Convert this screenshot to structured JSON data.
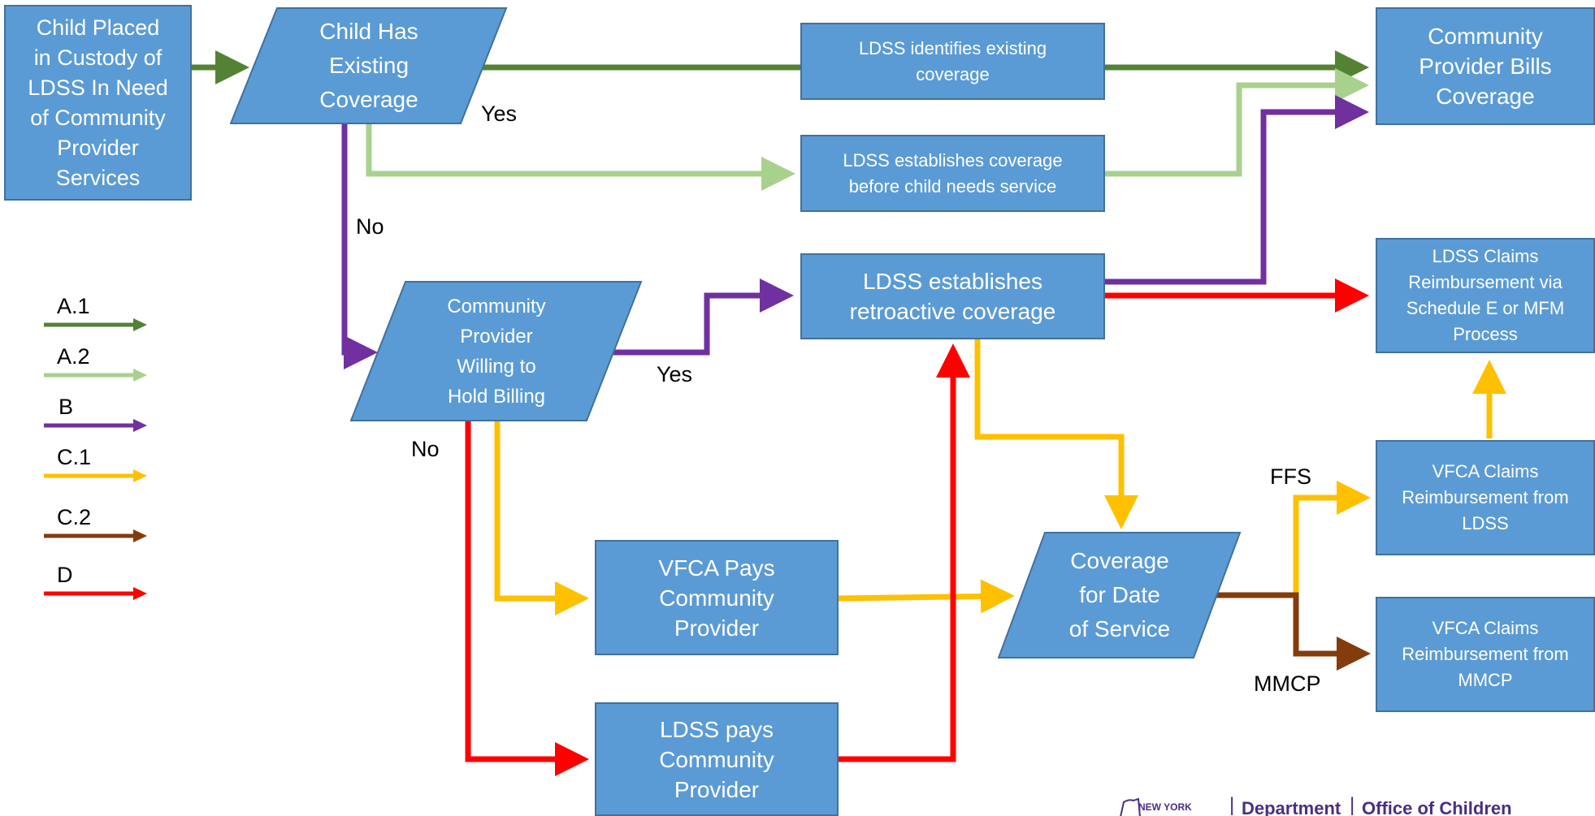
{
  "nodes": {
    "child_placed": "Child Placed\nin Custody of\nLDSS In Need\nof Community\nProvider\nServices",
    "existing_coverage": "Child Has\nExisting\nCoverage",
    "ldss_identifies": "LDSS identifies existing\ncoverage",
    "provider_bills": "Community\nProvider Bills\nCoverage",
    "ldss_establishes_before": "LDSS establishes coverage\nbefore child needs service",
    "provider_hold_billing": "Community\nProvider\nWilling to\nHold Billing",
    "ldss_retroactive": "LDSS establishes\nretroactive coverage",
    "ldss_claims": "LDSS Claims\nReimbursement via\nSchedule E or MFM\nProcess",
    "vfca_pays": "VFCA Pays\nCommunity\nProvider",
    "coverage_date": "Coverage\nfor Date\nof Service",
    "vfca_claims_ldss": "VFCA Claims\nReimbursement from\nLDSS",
    "vfca_claims_mmcp": "VFCA Claims\nReimbursement from\nMMCP",
    "ldss_pays": "LDSS pays\nCommunity\nProvider"
  },
  "edge_labels": {
    "yes_1": "Yes",
    "no_1": "No",
    "yes_2": "Yes",
    "no_2": "No",
    "ffs": "FFS",
    "mmcp": "MMCP"
  },
  "legend": [
    {
      "label": "A.1",
      "color": "#548235"
    },
    {
      "label": "A.2",
      "color": "#a9d18e"
    },
    {
      "label": "B",
      "color": "#7030a0"
    },
    {
      "label": "C.1",
      "color": "#ffc000"
    },
    {
      "label": "C.2",
      "color": "#843c0c"
    },
    {
      "label": "D",
      "color": "#ff0000"
    }
  ],
  "logo": {
    "state": "NEW YORK",
    "dept": "Department",
    "office": "Office of Children"
  },
  "colors": {
    "node_fill": "#5b9bd5",
    "node_border": "#41719c"
  }
}
